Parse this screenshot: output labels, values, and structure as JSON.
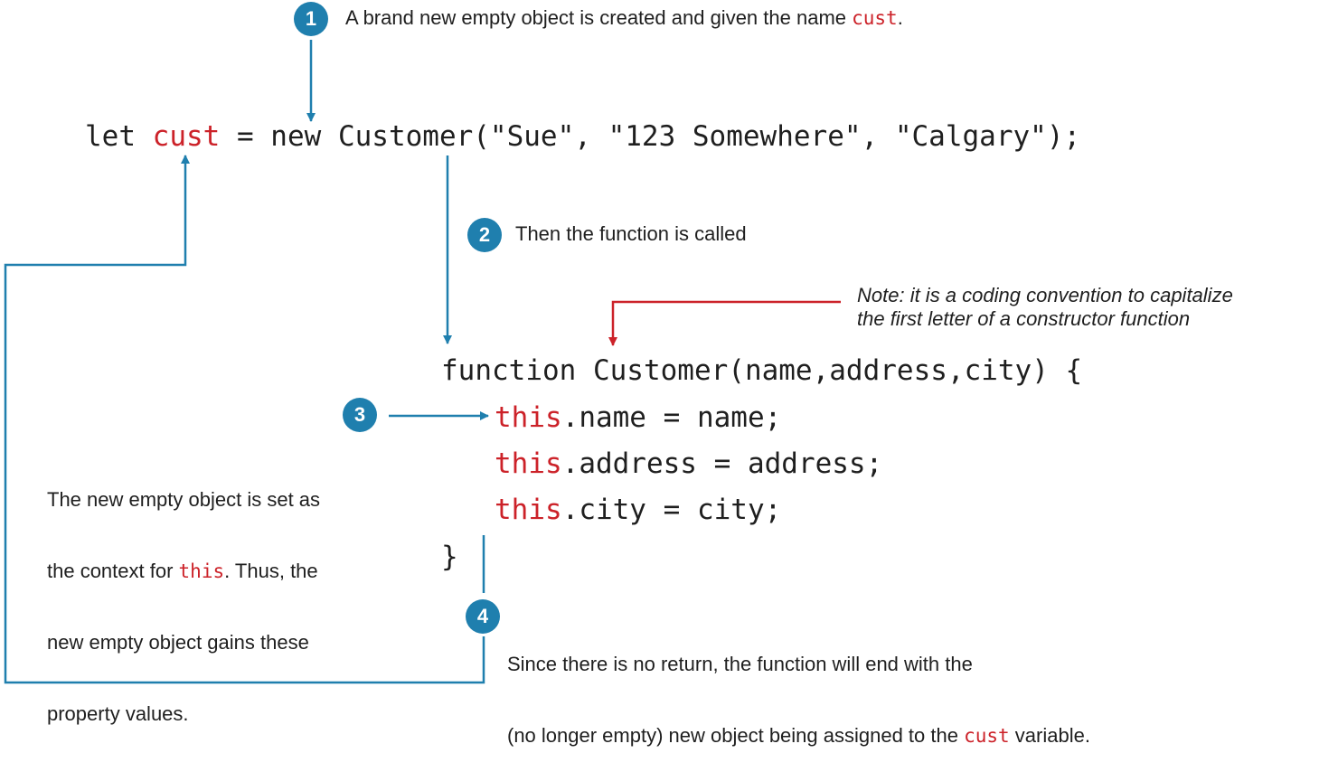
{
  "colors": {
    "arrow_blue": "#1f7fae",
    "arrow_red": "#cc2229",
    "keyword_red": "#cc2229",
    "text": "#1f1f1f"
  },
  "code": {
    "line1": {
      "let": "let ",
      "var": "cust",
      "rest": " = new Customer(\"Sue\", \"123 Somewhere\", \"Calgary\");"
    },
    "func_header": "function Customer(name,address,city) {",
    "body": [
      {
        "kw": "this",
        "rest": ".name = name;"
      },
      {
        "kw": "this",
        "rest": ".address = address;"
      },
      {
        "kw": "this",
        "rest": ".city = city;"
      }
    ],
    "close": "}"
  },
  "steps": {
    "s1": {
      "num": "1",
      "pre": "A brand new empty object is created and given the name ",
      "code": "cust",
      "post": "."
    },
    "s2": {
      "num": "2",
      "text": "Then the function is called"
    },
    "s3": {
      "num": "3",
      "l1": "The new empty object is set as",
      "l2pre": "the context for ",
      "l2code": "this",
      "l2post": ". Thus, the",
      "l3": "new empty object gains these",
      "l4": "property values."
    },
    "s4": {
      "num": "4",
      "l1": "Since there is no return, the function will end with the",
      "l2pre": "(no longer empty) new object being assigned to the ",
      "l2code": "cust",
      "l2post": " variable."
    }
  },
  "note": {
    "l1": "Note: it is a coding convention to capitalize",
    "l2": "the first letter of a constructor function"
  }
}
